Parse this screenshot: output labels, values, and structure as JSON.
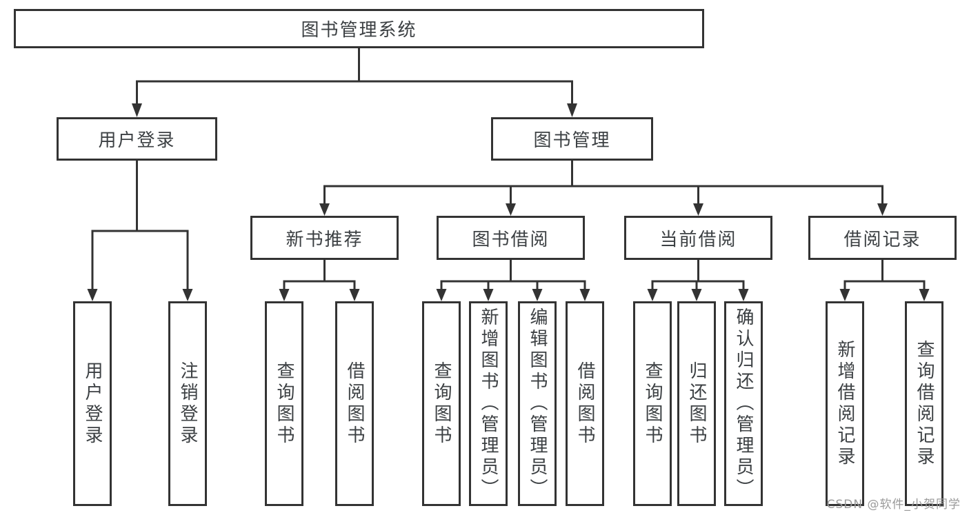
{
  "diagram": {
    "title": "图书管理系统",
    "nodes": {
      "root": "图书管理系统",
      "user_login": "用户登录",
      "book_management": "图书管理",
      "new_book_recommend": "新书推荐",
      "book_borrow": "图书借阅",
      "current_borrow": "当前借阅",
      "borrow_record": "借阅记录",
      "login_leaf": "用户登录",
      "logout_leaf": "注销登录",
      "recommend_query_book": "查询图书",
      "recommend_borrow_book": "借阅图书",
      "borrow_query_book": "查询图书",
      "borrow_add_book": "新增图书（管理员）",
      "borrow_edit_book": "编辑图书（管理员）",
      "borrow_borrow_book": "借阅图书",
      "current_query_book": "查询图书",
      "current_return_book": "归还图书",
      "current_confirm_return": "确认归还（管理员）",
      "record_add": "新增借阅记录",
      "record_query": "查询借阅记录"
    },
    "structure": {
      "root": [
        "user_login",
        "book_management"
      ],
      "user_login": [
        "login_leaf",
        "logout_leaf"
      ],
      "book_management": [
        "new_book_recommend",
        "book_borrow",
        "current_borrow",
        "borrow_record"
      ],
      "new_book_recommend": [
        "recommend_query_book",
        "recommend_borrow_book"
      ],
      "book_borrow": [
        "borrow_query_book",
        "borrow_add_book",
        "borrow_edit_book",
        "borrow_borrow_book"
      ],
      "current_borrow": [
        "current_query_book",
        "current_return_book",
        "current_confirm_return"
      ],
      "borrow_record": [
        "record_add",
        "record_query"
      ]
    },
    "watermark": "CSDN @软件_小贺同学",
    "colors": {
      "line": "#333333",
      "text": "#3c4043",
      "box_background": "#ffffff",
      "watermark": "#9a9a9a"
    }
  }
}
